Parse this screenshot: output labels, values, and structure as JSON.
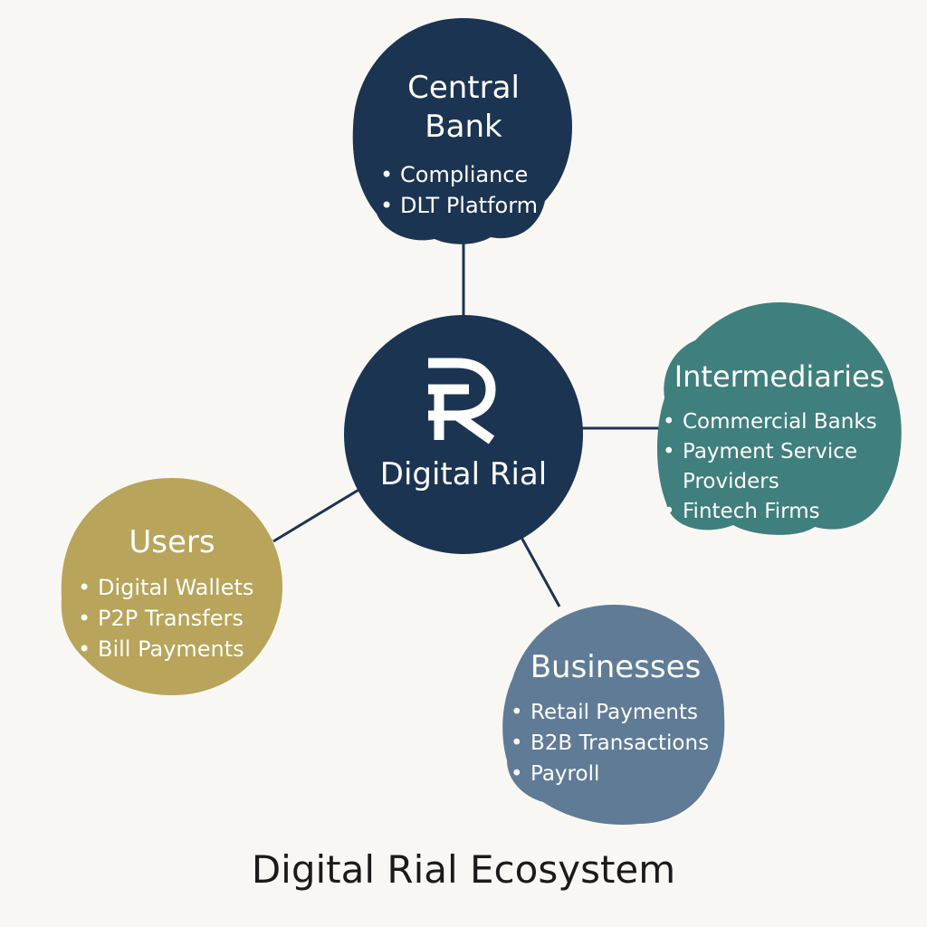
{
  "colors": {
    "background": "#f9f7f3",
    "central_bank": "#1b3452",
    "hub": "#1b3452",
    "intermediaries": "#3f7f7d",
    "users": "#b8a45a",
    "businesses": "#5f7b96",
    "connector": "#1b3452"
  },
  "icons": {
    "hub_logo": "rial-r-logo-icon"
  },
  "hub": {
    "label": "Digital Rial"
  },
  "central_bank": {
    "title_line1": "Central",
    "title_line2": "Bank",
    "items": [
      "Compliance",
      "DLT Platform"
    ]
  },
  "intermediaries": {
    "title": "Intermediaries",
    "items": [
      "Commercial Banks",
      "Payment Service Providers",
      "Fintech Firms"
    ]
  },
  "users": {
    "title": "Users",
    "items": [
      "Digital Wallets",
      "P2P Transfers",
      "Bill Payments"
    ]
  },
  "businesses": {
    "title": "Businesses",
    "items": [
      "Retail Payments",
      "B2B Transactions",
      "Payroll"
    ]
  },
  "footer": {
    "title": "Digital Rial Ecosystem"
  }
}
